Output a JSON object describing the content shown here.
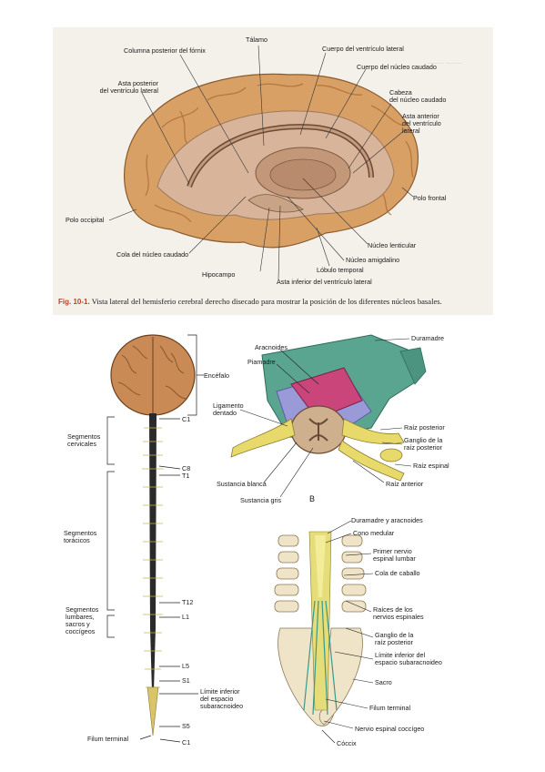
{
  "figure1": {
    "labels": {
      "talamo": "Tálamo",
      "columna": "Columna posterior del fórnix",
      "cuerpo_ventriculo": "Cuerpo del ventrículo lateral",
      "cuerpo_caudado": "Cuerpo del núcleo caudado",
      "asta_posterior": "Asta posterior\ndel ventrículo lateral",
      "cabeza_caudado": "Cabeza\ndel núcleo caudado",
      "asta_anterior": "Asta anterior\ndel ventrículo\nlateral",
      "polo_frontal": "Polo frontal",
      "polo_occipital": "Polo occipital",
      "cola_caudado": "Cola del núcleo caudado",
      "nucleo_lenticular": "Núcleo lenticular",
      "nucleo_amigdalino": "Núcleo amigdalino",
      "hipocampo": "Hipocampo",
      "lobulo_temporal": "Lóbulo temporal",
      "asta_inferior": "Asta inferior del ventrículo lateral"
    },
    "caption_fig": "Fig. 10-1.",
    "caption_text": "Vista lateral del hemisferio cerebral derecho disecado para mostrar la posición de los diferentes núcleos basales."
  },
  "figure2": {
    "labels": {
      "encefalo": "Encéfalo",
      "c1_top": "C1",
      "segmentos_cervicales": "Segmentos\ncervicales",
      "c8": "C8",
      "t1": "T1",
      "segmentos_toracicos": "Segmentos\ntorácicos",
      "t12": "T12",
      "l1": "L1",
      "segmentos_lumbares": "Segmentos\nlumbares,\nsacros y\ncoccígeos",
      "l5": "L5",
      "s1": "S1",
      "limite_inferior_left": "Límite inferior\ndel espacio\nsubaracnoideo",
      "s5": "S5",
      "filum_left": "Filum terminal",
      "c1_bottom": "C1",
      "aracnoides": "Aracnoides",
      "piamadre": "Piamadre",
      "duramadre": "Duramadre",
      "ligamento": "Ligamento\ndentado",
      "raiz_posterior": "Raíz posterior",
      "ganglio_top": "Ganglio de la\nraíz posterior",
      "raiz_espinal": "Raíz espinal",
      "raiz_anterior": "Raíz anterior",
      "sustancia_blanca": "Sustancia blanca",
      "sustancia_gris": "Sustancia gris",
      "b": "B",
      "duramadre_aracnoides": "Duramadre y aracnoides",
      "cono_medular": "Cono medular",
      "primer_nervio": "Primer nervio\nespinal lumbar",
      "cola_caballo": "Cola de caballo",
      "raices": "Raíces de los\nnervios espinales",
      "ganglio_bottom": "Ganglio de la\nraíz posterior",
      "limite_inferior_right": "Límite inferior del\nespacio subaracnoideo",
      "sacro": "Sacro",
      "filum_right": "Filum terminal",
      "nervio_coccigeo": "Nervio espinal coccígeo",
      "coccix": "Cóccix"
    }
  },
  "colors": {
    "brain": "#d9a066",
    "brain_dark": "#b8793e",
    "cut_surface": "#d7b49a",
    "caption_accent": "#b2452a",
    "dura": "#5aa58f",
    "pia": "#c9457a",
    "arachnoid": "#8f8fd0",
    "nerve": "#e7d96a",
    "cord": "#2a2a2a"
  }
}
